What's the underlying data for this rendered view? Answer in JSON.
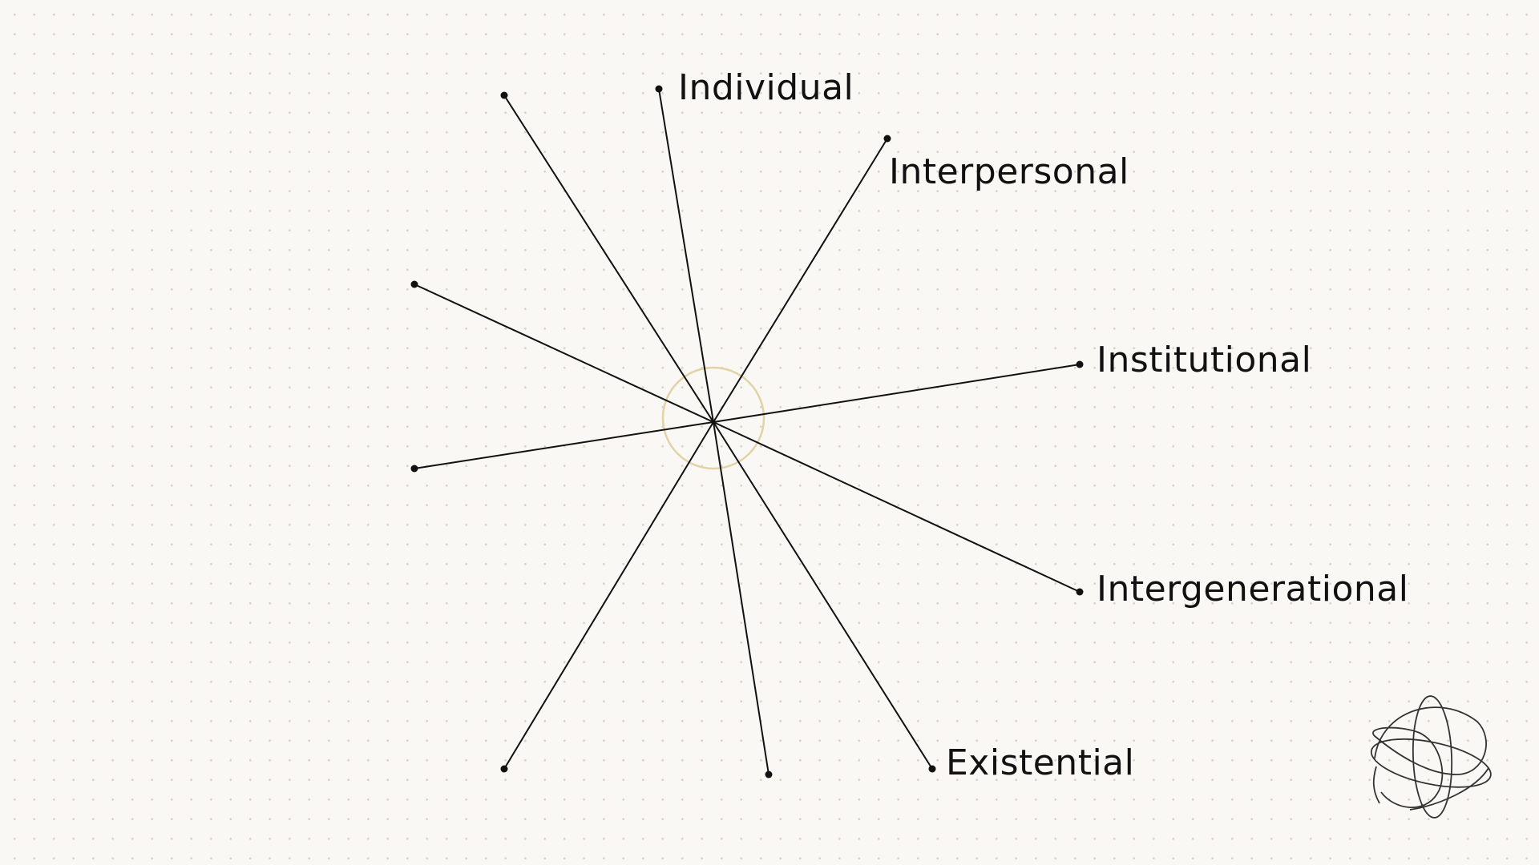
{
  "colors": {
    "background": "#faf8f5",
    "grid_dot": "#d9d3c8",
    "line": "#111111",
    "center_ring": "#e2d3a6",
    "logo_stroke": "#333333"
  },
  "diagram": {
    "center_ring_visible": true,
    "labels": {
      "individual": "Individual",
      "interpersonal": "Interpersonal",
      "institutional": "Institutional",
      "intergenerational": "Intergenerational",
      "existential": "Existential"
    }
  },
  "logo": {
    "icon": "tangled-sphere-logo"
  }
}
